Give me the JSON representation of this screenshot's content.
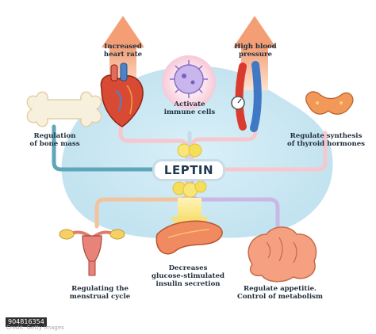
{
  "hub": {
    "title": "LEPTIN"
  },
  "effects": [
    {
      "id": "heart-rate",
      "label": "Increased\nheart rate"
    },
    {
      "id": "immune",
      "label": "Activate\nimmune cells"
    },
    {
      "id": "blood-pressure",
      "label": "High blood\npressure"
    },
    {
      "id": "bone",
      "label": "Regulation\nof bone mass"
    },
    {
      "id": "thyroid",
      "label": "Regulate synthesis\nof thyroid hormones"
    },
    {
      "id": "menstrual",
      "label": "Regulating the\nmenstrual cycle"
    },
    {
      "id": "insulin",
      "label": "Decreases\nglucose-stimulated\ninsulin secretion"
    },
    {
      "id": "metabolism",
      "label": "Regulate appetitie.\nControl of metabolism"
    }
  ],
  "footer": {
    "image_id": "904816354",
    "credit": "Credit: Getty Images"
  },
  "colors": {
    "blue_glow": "#cde9f4",
    "pink_line": "#f7c7cd",
    "teal_line": "#5fa6b8",
    "arrow_orange": "#f5b18c",
    "fat_yellow": "#f5df5a",
    "lavender_line": "#c9b8e6",
    "orange_line": "#f3c39e",
    "peach_line": "#f4c9a6"
  }
}
